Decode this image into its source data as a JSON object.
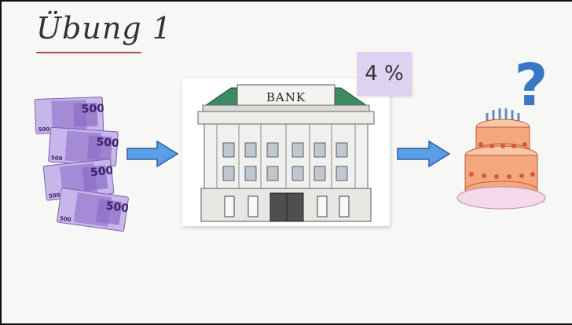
{
  "slide": {
    "title": "Übung 1",
    "rate_label": "4 %",
    "bank_sign": "BANK",
    "banknote_value": "500",
    "question_mark": "?"
  },
  "colors": {
    "title_underline": "#b04a4a",
    "sticky_note": "#ddd2ef",
    "arrow_fill": "#5b9ee8",
    "bank_roof": "#3c8a62",
    "banknote": "#a58ad6",
    "cake_body": "#f4a77c",
    "question_mark": "#3b78c4"
  },
  "icons": [
    "banknote-icon",
    "right-arrow-icon",
    "bank-building-icon",
    "birthday-cake-icon",
    "question-mark-icon"
  ]
}
